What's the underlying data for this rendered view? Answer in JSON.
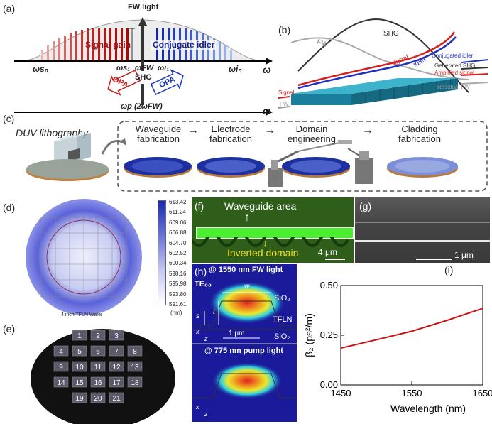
{
  "panel_a": {
    "label": "(a)",
    "fw_light": "FW light",
    "signal_gain": "Signal gain",
    "conjugate_idler": "Conjugate idler",
    "omega": "ω",
    "w_sn": "ωsₙ",
    "w_s1": "ωs₁",
    "w_fw": "ωFW",
    "w_i1": "ωi₁",
    "w_in": "ωiₙ",
    "shg": "SHG",
    "opa_left": "OPA",
    "opa_right": "OPA",
    "w_p": "ωp (2ωFW)"
  },
  "panel_b": {
    "label": "(b)",
    "shg": "SHG",
    "fw": "FW",
    "signal": "signal",
    "idler": "idler",
    "conjugated_idler": "Conjugated idler",
    "generated_shg": "Generated SHG",
    "amplified_signal": "Amplified signal",
    "residual_fw": "Residual FW",
    "signal_in": "Signal",
    "fw_in": "FW",
    "colors": {
      "shg": "#333333",
      "fw": "#999999",
      "signal": "#d62020",
      "idler": "#2030c0",
      "waveguide": "#1a7f9a"
    }
  },
  "panel_c": {
    "label": "(c)",
    "duv": "DUV lithography",
    "steps": [
      "Waveguide fabrication",
      "Electrode fabrication",
      "Domain engineering",
      "Cladding fabrication"
    ],
    "arrows": [
      "→",
      "→",
      "→"
    ]
  },
  "panel_d": {
    "label": "(d)",
    "wafer_caption": "4 inch TFLN Wafer",
    "colorbar_ticks": [
      "613.42",
      "611.24",
      "609.06",
      "606.88",
      "604.70",
      "602.52",
      "600.34",
      "598.16",
      "595.98",
      "593.80",
      "591.61"
    ],
    "colorbar_unit": "(nm)"
  },
  "panel_e": {
    "label": "(e)",
    "chips": [
      "1",
      "2",
      "3",
      "4",
      "5",
      "6",
      "7",
      "8",
      "9",
      "10",
      "11",
      "12",
      "13",
      "14",
      "15",
      "16",
      "17",
      "18",
      "19",
      "20",
      "21"
    ]
  },
  "panel_f": {
    "label": "(f)",
    "waveguide_area": "Waveguide area",
    "inverted_domain": "Inverted domain",
    "scale": "4 μm"
  },
  "panel_g": {
    "label": "(g)",
    "scale": "1 μm"
  },
  "panel_h": {
    "label": "(h)",
    "title_top": "@ 1550 nm FW light",
    "title_bottom": "@ 775 nm pump light",
    "te": "TE₀₀",
    "w": "w",
    "t": "t",
    "s": "s",
    "sio2_top": "SiO₂",
    "tfln": "TFLN",
    "sio2_bot": "SiO₂",
    "scale": "1 μm",
    "x": "x",
    "z": "z"
  },
  "panel_i": {
    "label": "(i)"
  },
  "chart_data": {
    "type": "line",
    "x": [
      1450,
      1500,
      1550,
      1600,
      1650
    ],
    "series": [
      {
        "values": [
          0.185,
          0.227,
          0.27,
          0.325,
          0.385
        ]
      }
    ],
    "xlabel": "Wavelength (nm)",
    "ylabel": "β₂ (ps²/m)",
    "xticks": [
      "1450",
      "1550",
      "1650"
    ],
    "yticks": [
      "0.00",
      "0.25",
      "0.50"
    ],
    "xlim": [
      1450,
      1650
    ],
    "ylim": [
      0,
      0.5
    ],
    "color": "#d01010"
  }
}
